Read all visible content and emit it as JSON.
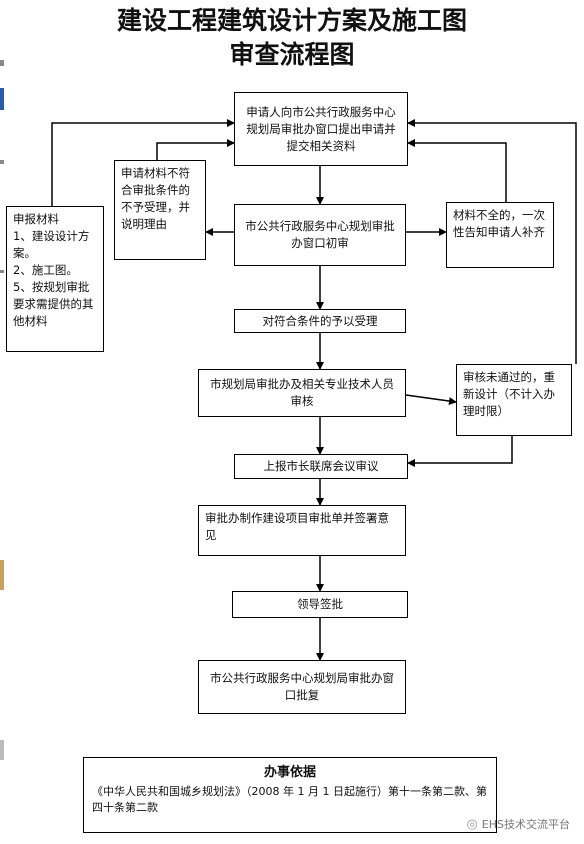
{
  "title": {
    "line1": "建设工程建筑设计方案及施工图",
    "line2": "审查流程图"
  },
  "nodes": {
    "apply": "申请人向市公共行政服务中心规划局审批办窗口提出申请并提交相关资料",
    "reject": "申请材料不符合审批条件的不予受理，并说明理由",
    "initial_review": "市公共行政服务中心规划审批办窗口初审",
    "incomplete": "材料不全的，一次性告知申请人补齐",
    "materials": "申报材料\n1、建设设计方案。\n2、施工图。\n5、按规划审批要求需提供的其他材料",
    "accept": "对符合条件的予以受理",
    "tech_review": "市规划局审批办及相关专业技术人员审核",
    "not_pass": "审核未通过的，重新设计（不计入办理时限）",
    "meeting": "上报市长联席会议审议",
    "opinion": "审批办制作建设项目审批单并签署意见",
    "leader": "领导签批",
    "reply": "市公共行政服务中心规划局审批办窗口批复"
  },
  "basis": {
    "title": "办事依据",
    "text": "《中华人民共和国城乡规划法》（2008 年 1 月 1 日起施行）第十一条第二款、第四十条第二款"
  },
  "watermark": {
    "icon": "wechat-icon",
    "text": "EHS技术交流平台"
  }
}
